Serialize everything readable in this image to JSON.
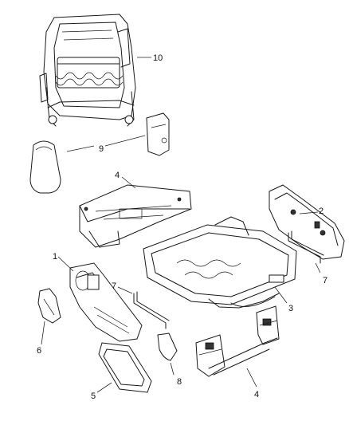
{
  "callouts": {
    "c1": "1",
    "c2": "2",
    "c3": "3",
    "c4a": "4",
    "c4b": "4",
    "c5": "5",
    "c6": "6",
    "c7a": "7",
    "c7b": "7",
    "c8": "8",
    "c9": "9",
    "c10": "10"
  }
}
